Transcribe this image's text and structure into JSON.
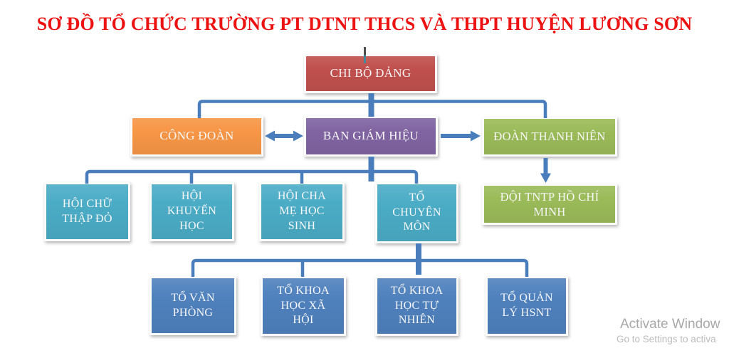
{
  "title": "SƠ ĐỒ TỔ CHỨC TRƯỜNG PT DTNT THCS VÀ THPT HUYỆN LƯƠNG SƠN",
  "title_color": "#ec1212",
  "connector_color": "#4a7dbb",
  "org_chart": {
    "type": "org-tree",
    "nodes": [
      {
        "id": "chi-bo-dang",
        "label": "CHI BỘ ĐẢNG",
        "color": "#c0504d",
        "level": 1
      },
      {
        "id": "cong-doan",
        "label": "CÔNG ĐOÀN",
        "color": "#f79646",
        "level": 2
      },
      {
        "id": "ban-giam-hieu",
        "label": "BAN GIÁM HIỆU",
        "color": "#8064a2",
        "level": 2
      },
      {
        "id": "doan-thanh-nien",
        "label": "ĐOÀN THANH NIÊN",
        "color": "#9bbb59",
        "level": 2
      },
      {
        "id": "hoi-chu-thap-do",
        "label": "HỘI CHỮ\nTHẬP ĐỎ",
        "color": "#4bacc6",
        "level": 3
      },
      {
        "id": "hoi-khuyen-hoc",
        "label": "HỘI\nKHUYẾN\nHỌC",
        "color": "#4bacc6",
        "level": 3
      },
      {
        "id": "hoi-cha-me-hoc-sinh",
        "label": "HỘI CHA\nMẸ HỌC\nSINH",
        "color": "#4bacc6",
        "level": 3
      },
      {
        "id": "to-chuyen-mon",
        "label": "TỔ\nCHUYÊN\nMÔN",
        "color": "#4bacc6",
        "level": 3
      },
      {
        "id": "doi-tntp-ho-chi-minh",
        "label": "ĐỘI TNTP HỒ CHÍ\nMINH",
        "color": "#9bbb59",
        "level": 3
      },
      {
        "id": "to-van-phong",
        "label": "TỔ VĂN\nPHÒNG",
        "color": "#4f81bd",
        "level": 4
      },
      {
        "id": "to-khoa-hoc-xa-hoi",
        "label": "TỔ KHOA\nHỌC XÃ\nHỘI",
        "color": "#4f81bd",
        "level": 4
      },
      {
        "id": "to-khoa-hoc-tu-nhien",
        "label": "TỔ KHOA\nHỌC TỰ\nNHIÊN",
        "color": "#4f81bd",
        "level": 4
      },
      {
        "id": "to-quan-ly-hsnt",
        "label": "TỔ QUẢN\nLÝ HSNT",
        "color": "#4f81bd",
        "level": 4
      }
    ],
    "edges": [
      {
        "from": "chi-bo-dang",
        "to": "cong-doan",
        "style": "elbow"
      },
      {
        "from": "chi-bo-dang",
        "to": "ban-giam-hieu",
        "style": "elbow"
      },
      {
        "from": "chi-bo-dang",
        "to": "doan-thanh-nien",
        "style": "elbow"
      },
      {
        "from": "cong-doan",
        "to": "ban-giam-hieu",
        "style": "double-arrow"
      },
      {
        "from": "ban-giam-hieu",
        "to": "doan-thanh-nien",
        "style": "arrow"
      },
      {
        "from": "ban-giam-hieu",
        "to": "hoi-chu-thap-do",
        "style": "elbow"
      },
      {
        "from": "ban-giam-hieu",
        "to": "hoi-khuyen-hoc",
        "style": "elbow"
      },
      {
        "from": "ban-giam-hieu",
        "to": "hoi-cha-me-hoc-sinh",
        "style": "elbow"
      },
      {
        "from": "ban-giam-hieu",
        "to": "to-chuyen-mon",
        "style": "elbow"
      },
      {
        "from": "doan-thanh-nien",
        "to": "doi-tntp-ho-chi-minh",
        "style": "arrow"
      },
      {
        "from": "to-chuyen-mon",
        "to": "to-van-phong",
        "style": "elbow"
      },
      {
        "from": "to-chuyen-mon",
        "to": "to-khoa-hoc-xa-hoi",
        "style": "elbow"
      },
      {
        "from": "to-chuyen-mon",
        "to": "to-khoa-hoc-tu-nhien",
        "style": "elbow"
      },
      {
        "from": "to-chuyen-mon",
        "to": "to-quan-ly-hsnt",
        "style": "elbow"
      }
    ]
  },
  "watermark": {
    "line1": "Activate Window",
    "line2": "Go to Settings to activa"
  }
}
